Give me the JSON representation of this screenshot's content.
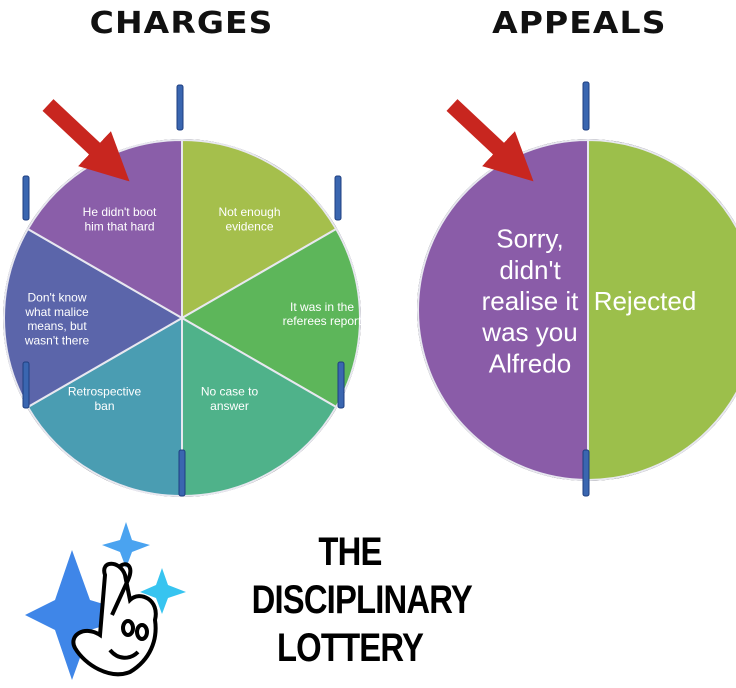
{
  "chart_data": [
    {
      "type": "pie",
      "title": "CHARGES",
      "categories": [
        "Not enough evidence",
        "It was in the referees report",
        "No case to answer",
        "Retrospective ban",
        "Don't know what malice means, but wasn't there",
        "He didn't boot him that hard"
      ],
      "label_lines": [
        [
          "Not enough",
          "evidence"
        ],
        [
          "It was in the",
          "referees report"
        ],
        [
          "No case to",
          "answer"
        ],
        [
          "Retrospective",
          "ban"
        ],
        [
          "Don't know",
          "what malice",
          "means, but",
          "wasn't there"
        ],
        [
          "He didn't boot",
          "him that hard"
        ]
      ],
      "values": [
        1,
        1,
        1,
        1,
        1,
        1
      ],
      "colors": [
        "#a5bf4c",
        "#5db65a",
        "#4fb28a",
        "#4a9db2",
        "#5b65aa",
        "#8a5ea9"
      ],
      "highlighted": "He didn't boot him that hard"
    },
    {
      "type": "pie",
      "title": "APPEALS",
      "categories": [
        "Rejected",
        "Sorry, didn't realise it was you Alfredo"
      ],
      "label_lines": [
        [
          "Rejected"
        ],
        [
          "Sorry,",
          "didn't",
          "realise it",
          "was you",
          "Alfredo"
        ]
      ],
      "values": [
        1,
        1
      ],
      "colors": [
        "#9cbf4b",
        "#8a5ca8"
      ],
      "highlighted": "Sorry, didn't realise it was you Alfredo"
    }
  ],
  "footer": {
    "lines": [
      "THE",
      "DISCIPLINARY",
      "LOTTERY"
    ]
  }
}
